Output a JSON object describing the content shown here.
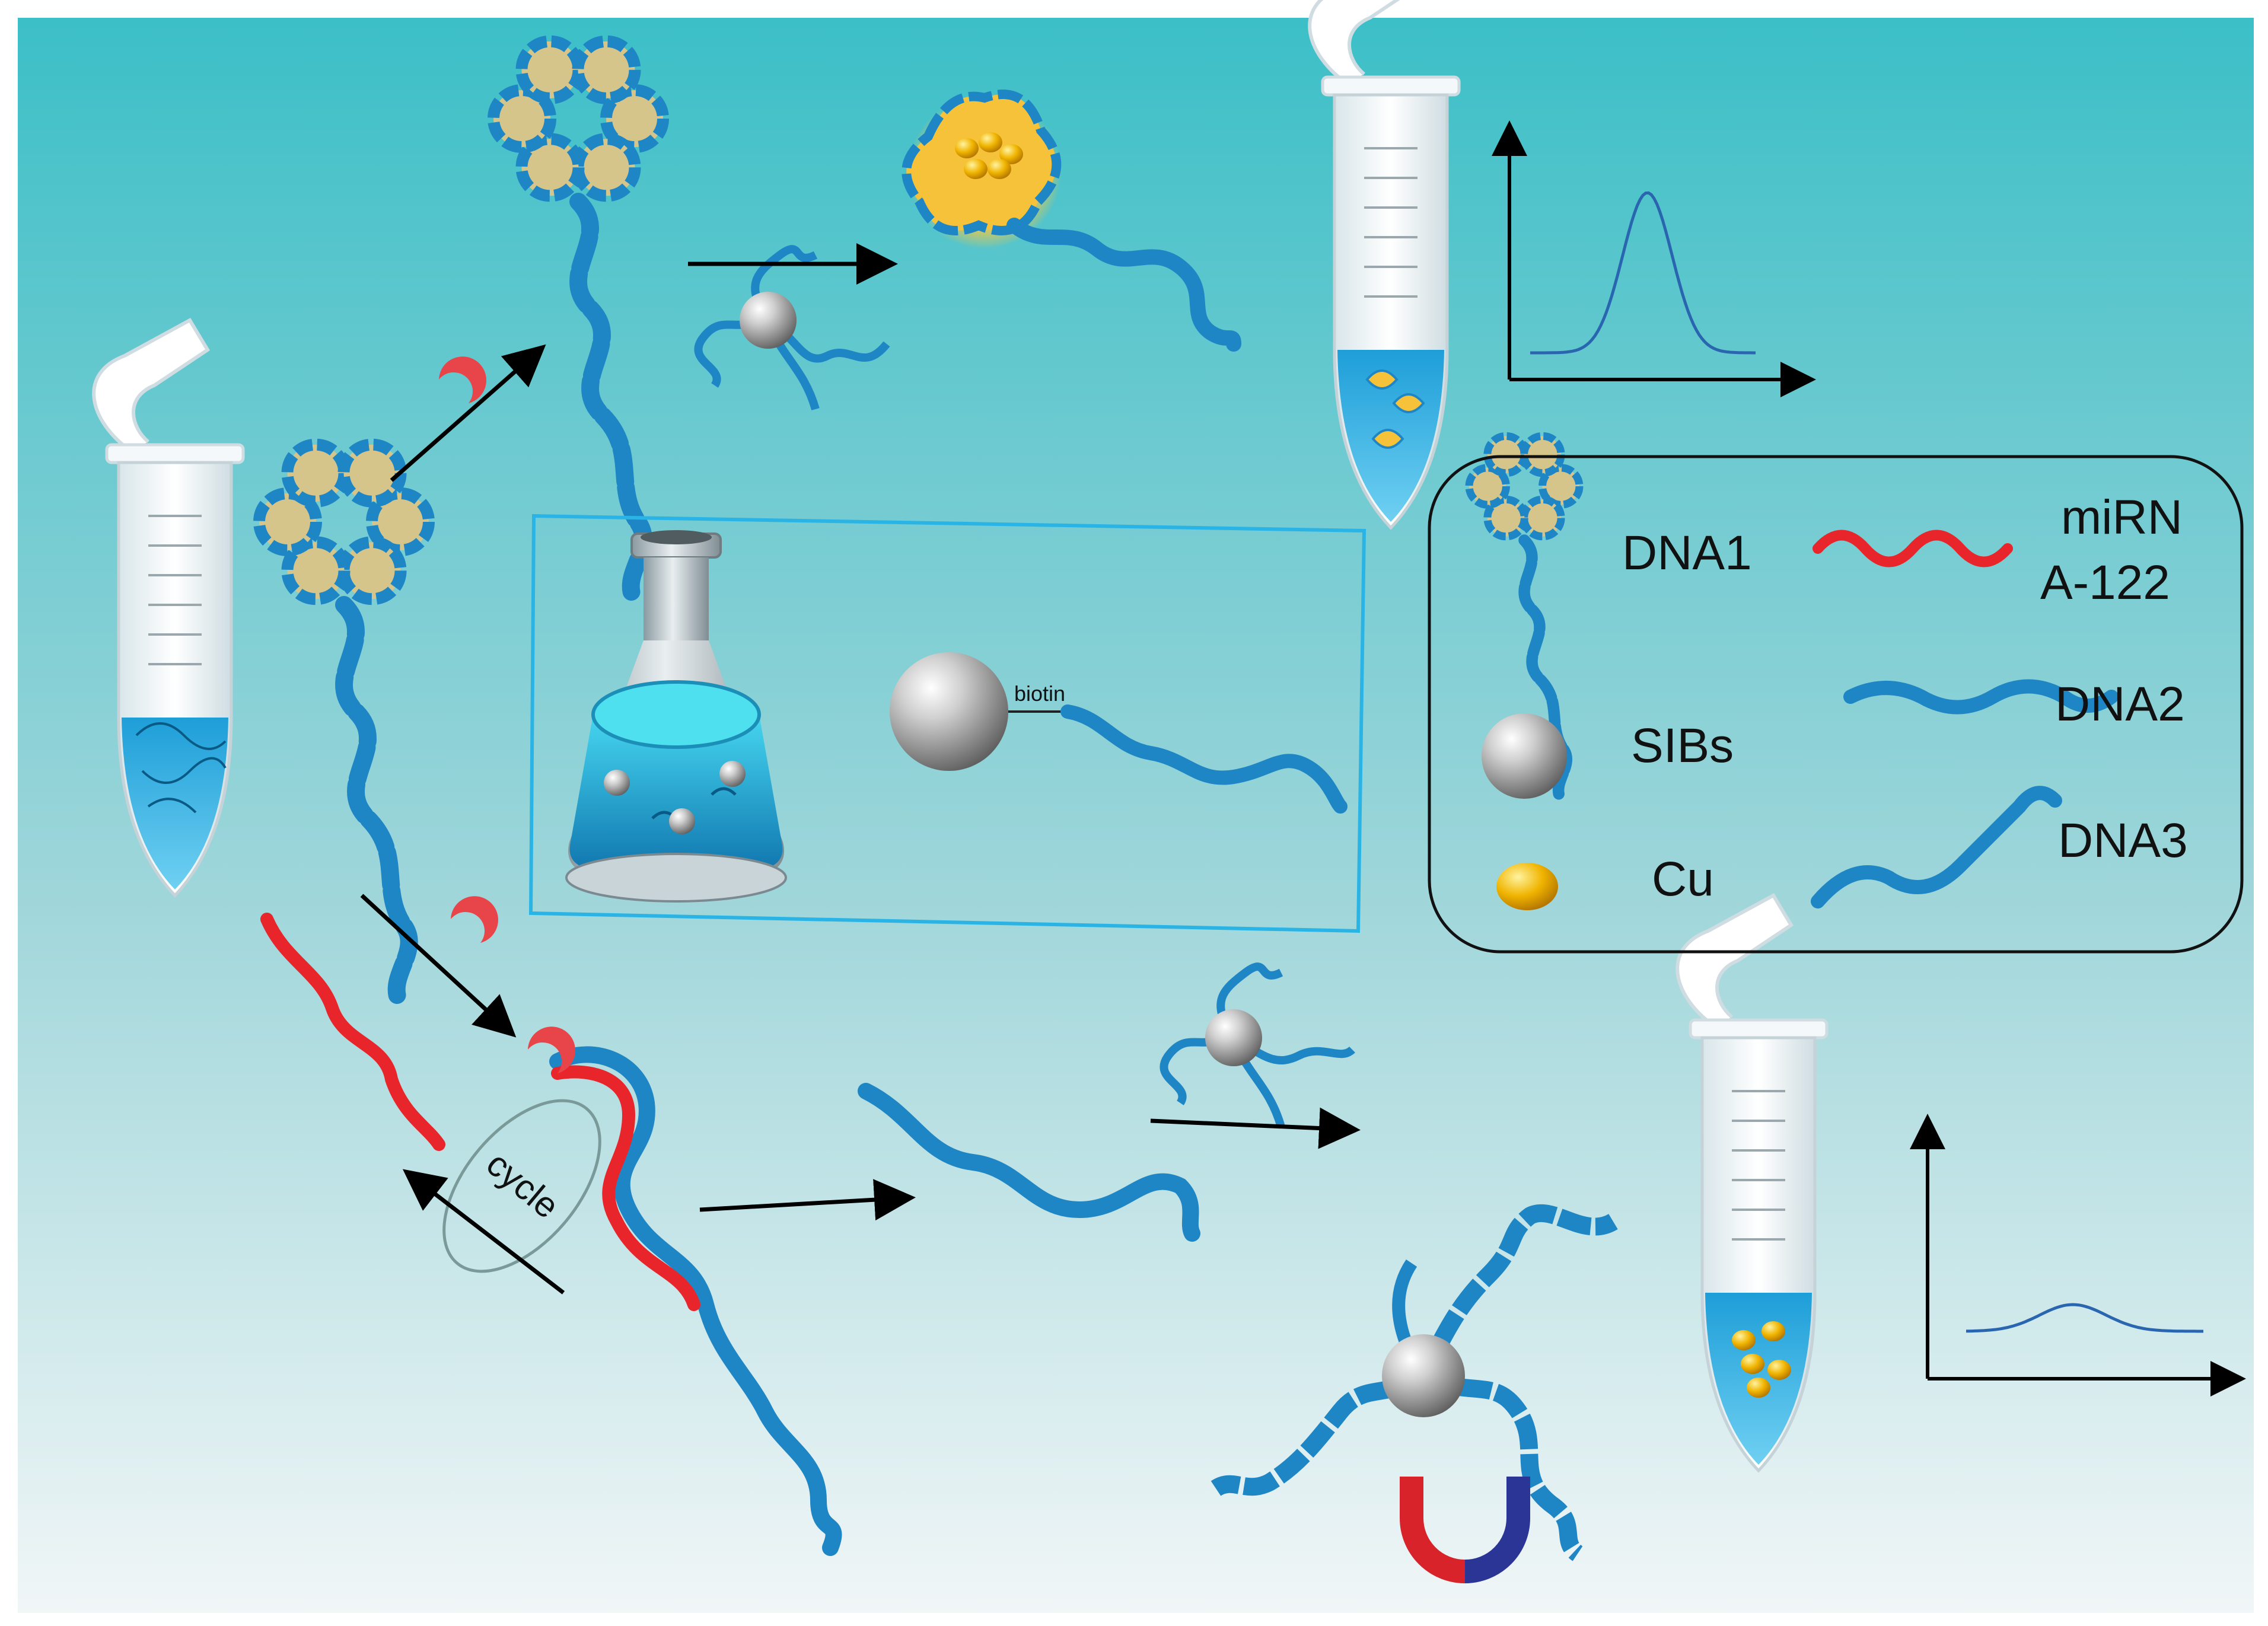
{
  "colors": {
    "bg_top": "#3cbfc7",
    "bg_bottom": "#f1f6f7",
    "dna_blue": "#1f86c6",
    "dna_blue_light": "#38b4e0",
    "mirna_red": "#e8252a",
    "sphere": "#b9b9b9",
    "copper": "#f0b400",
    "tube_liquid": "#20a8e0",
    "inset_border": "#2ab4e6",
    "curve": "#2a66b0"
  },
  "icons": {
    "tube": "microcentrifuge-tube-icon",
    "flask": "erlenmeyer-flask-icon",
    "magnet": "u-magnet-icon",
    "sphere": "magnetic-bead-icon",
    "enzyme": "crescent-enzyme-icon"
  },
  "labels": {
    "biotin": "biotin",
    "cycle": "cycle"
  },
  "legend": {
    "items": [
      {
        "label": "DNA1"
      },
      {
        "label": "SIBs"
      },
      {
        "label": "Cu"
      },
      {
        "label_line1": "miRN",
        "label_line2": "A-122"
      },
      {
        "label": "DNA2"
      },
      {
        "label": "DNA3"
      }
    ]
  },
  "chart_data": [
    {
      "type": "line",
      "title": "",
      "xlabel": "",
      "ylabel": "",
      "series": [
        {
          "description_shape": "single sharp peak (high signal)"
        }
      ]
    },
    {
      "type": "line",
      "title": "",
      "xlabel": "",
      "ylabel": "",
      "series": [
        {
          "description_shape": "small broad bump (low signal)"
        }
      ]
    }
  ]
}
